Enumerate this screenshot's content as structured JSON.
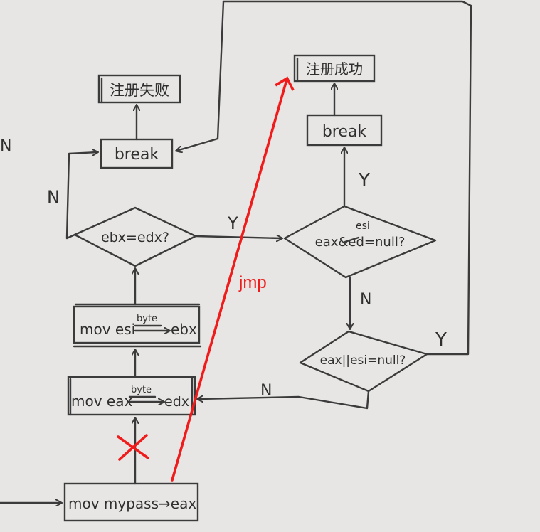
{
  "nodes": {
    "reg_fail": "注册失败",
    "reg_success": "注册成功",
    "break_left": "break",
    "break_right": "break",
    "cond_ebx_edx": "ebx=edx?",
    "cond_eax_and": "eax&ed=null?",
    "cond_eax_and_correction": "esi",
    "cond_eax_or": "eax||esi=null?",
    "mov_esi_main": "mov esi",
    "mov_esi_over": "byte",
    "mov_esi_target": "ebx",
    "mov_eax_main": "mov eax",
    "mov_eax_over": "byte",
    "mov_eax_target": "edx",
    "mov_mypass": "mov mypass→eax"
  },
  "edge_labels": {
    "n_left": "N",
    "y_top": "Y",
    "y_right_break": "Y",
    "n_mid": "N",
    "y_loop": "Y",
    "n_bottom": "N",
    "margin_mark": "N"
  },
  "annotations": {
    "jmp": "jmp",
    "cross_mark": "×"
  },
  "colors": {
    "background": "#e7e6e4",
    "ink": "#3b3b3b",
    "annotation": "#f01c1c"
  }
}
